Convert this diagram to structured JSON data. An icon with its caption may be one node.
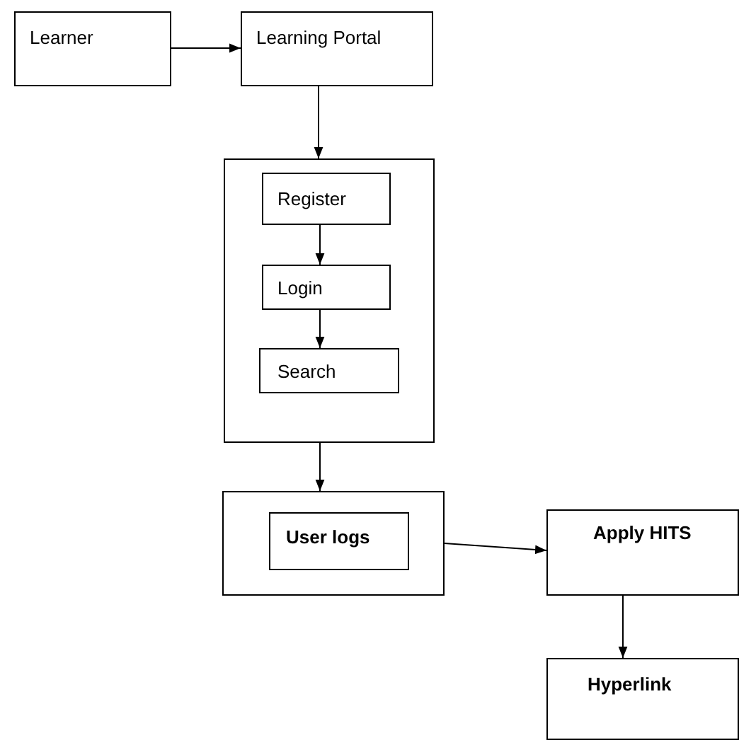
{
  "diagram": {
    "nodes": [
      {
        "text": [
          "Learner"
        ]
      },
      {
        "text": [
          "Learning Portal"
        ]
      },
      {
        "text": [],
        "shape": "box"
      },
      {
        "text": [
          "Register"
        ],
        "in": 2
      },
      {
        "text": [
          "Login"
        ],
        "in": 2
      },
      {
        "text": [
          "Search"
        ],
        "in": 2
      },
      {
        "text": [],
        "shape": "box"
      },
      {
        "text": [
          "User logs"
        ],
        "in": 6
      },
      {
        "text": [
          "Apply HITS"
        ]
      },
      {
        "text": [
          "Hyperlink"
        ]
      }
    ],
    "edges": [
      {
        "from": 0,
        "to": 1,
        "arrow": "to"
      },
      {
        "from": 1,
        "to": 2,
        "arrow": "to"
      },
      {
        "from": 3,
        "to": 4,
        "arrow": "to"
      },
      {
        "from": 4,
        "to": 5,
        "arrow": "to"
      },
      {
        "from": 2,
        "to": 6,
        "arrow": "to"
      },
      {
        "from": 6,
        "to": 8,
        "arrow": "to"
      },
      {
        "from": 8,
        "to": 9,
        "arrow": "to"
      }
    ]
  }
}
